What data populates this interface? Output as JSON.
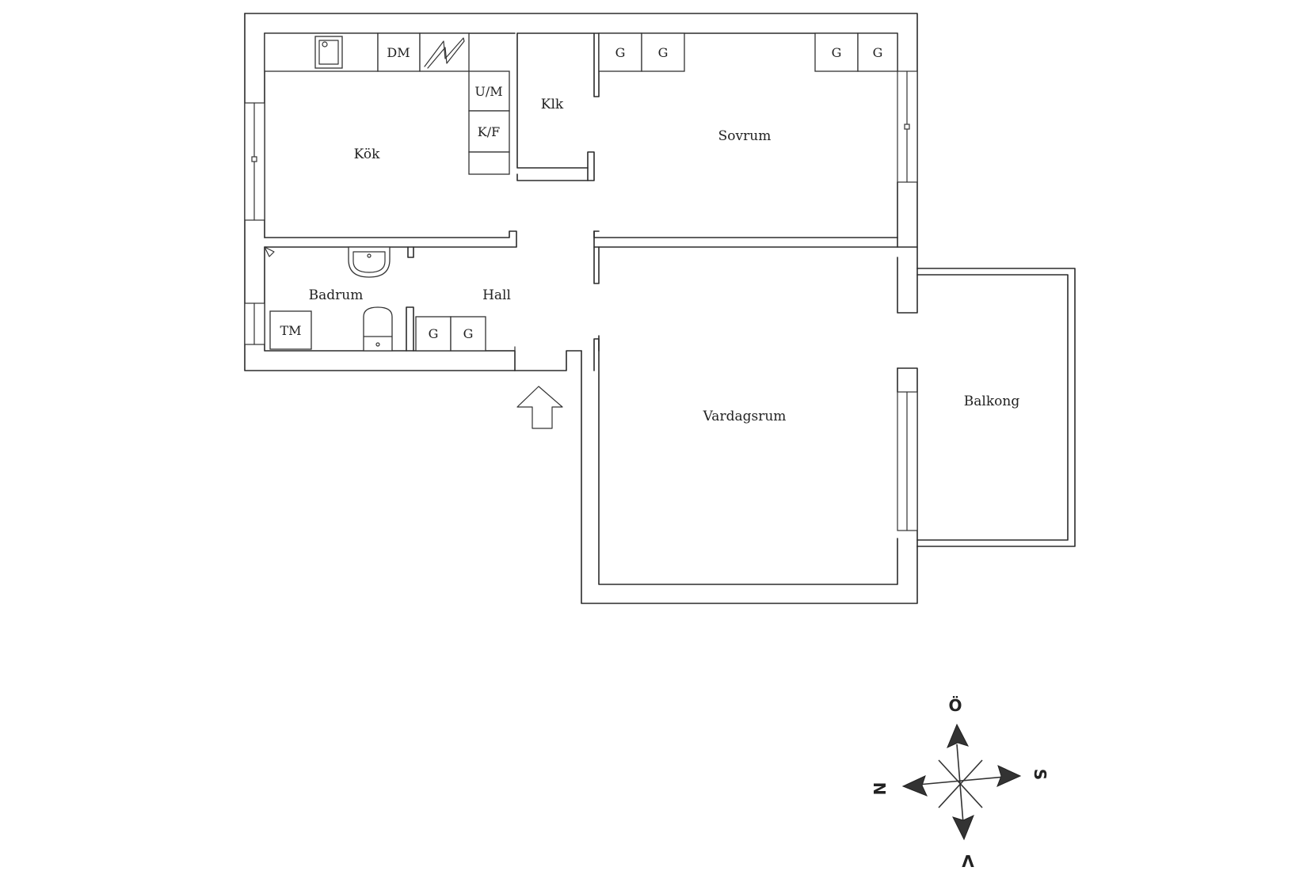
{
  "rooms": {
    "kok": "Kök",
    "klk": "Klk",
    "sovrum": "Sovrum",
    "badrum": "Badrum",
    "hall": "Hall",
    "vardagsrum": "Vardagsrum",
    "balkong": "Balkong"
  },
  "fixtures": {
    "dm": "DM",
    "um": "U/M",
    "kf": "K/F",
    "tm": "TM",
    "g": "G"
  },
  "compass": {
    "north_up": "Ö",
    "east": "S",
    "west": "N",
    "south_down": "V"
  }
}
